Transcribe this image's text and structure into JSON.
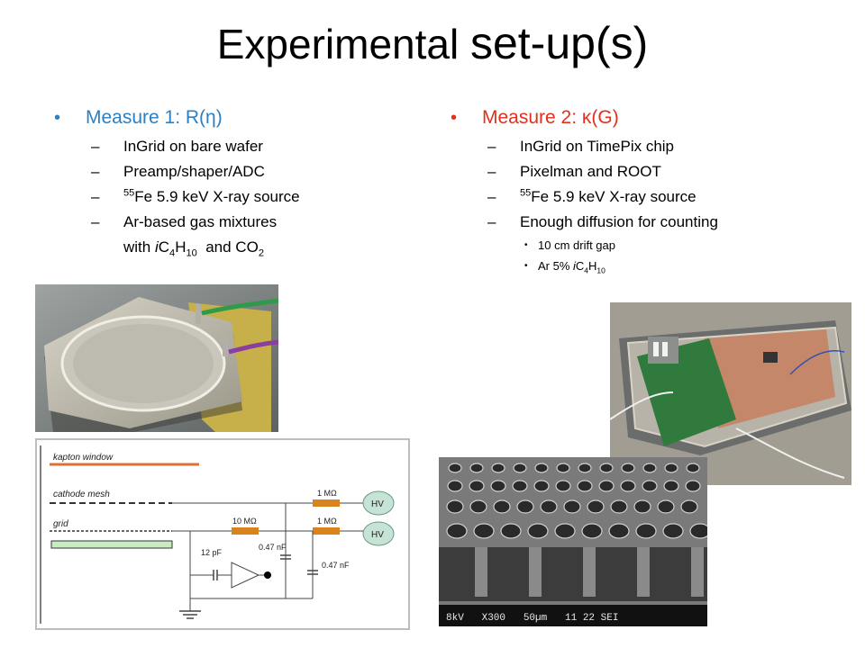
{
  "slide": {
    "title_part1": "Experimental",
    "title_part2": "set-up(s)"
  },
  "left": {
    "heading": "Measure 1: R(η)",
    "items": [
      "InGrid on bare wafer",
      "Preamp/shaper/ADC",
      "Fe 5.9 keV X-ray source",
      "Ar-based gas mixtures",
      "with iC4H10 and CO2"
    ],
    "fe_sup": "55",
    "gas_line2_with": "with ",
    "gas_line2_i": "i",
    "gas_line2_c": "C",
    "gas_line2_sub4": "4",
    "gas_line2_h": "H",
    "gas_line2_sub10": "10",
    "gas_line2_and": "  and CO",
    "gas_line2_sub2": "2"
  },
  "right": {
    "heading": "Measure 2: κ(G)",
    "items": [
      "InGrid on TimePix chip",
      "Pixelman and ROOT",
      "Fe 5.9 keV X-ray source",
      "Enough diffusion for counting"
    ],
    "fe_sup": "55",
    "subitems": {
      "gap": "10 cm drift gap",
      "gas_prefix": "Ar 5% ",
      "gas_i": "i",
      "gas_c": "C",
      "gas_sub4": "4",
      "gas_h": "H",
      "gas_sub10": "10"
    }
  },
  "diagram": {
    "kapton": "kapton window",
    "cathode": "cathode mesh",
    "grid": "grid",
    "r1": "1 MΩ",
    "r2": "1 MΩ",
    "r3": "10 MΩ",
    "c1": "12 pF",
    "c2": "0.47 nF",
    "c3": "0.47 nF",
    "hv1": "HV",
    "hv2": "HV"
  },
  "sem": {
    "footer": "8kV   X300   50µm   11 22 SEI"
  },
  "colors": {
    "blue": "#2d7fc0",
    "red": "#e0301e",
    "resistor": "#d9831f",
    "hv_fill": "#c7e3d6",
    "kapton": "#e07030",
    "grid_fill": "#c8ecc0"
  }
}
